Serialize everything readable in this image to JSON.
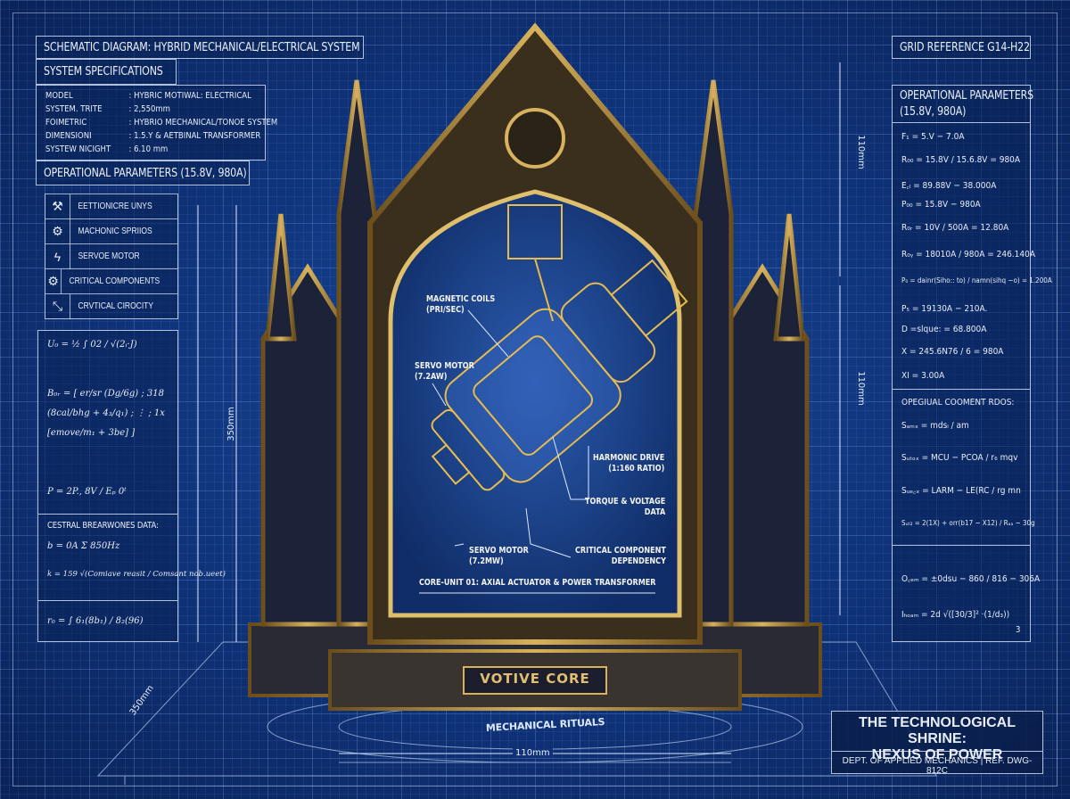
{
  "header": {
    "title": "SCHEMATIC DIAGRAM: HYBRID MECHANICAL/ELECTRICAL SYSTEM",
    "grid_reference": "GRID REFERENCE G14-H22"
  },
  "specs": {
    "title": "SYSTEM SPECIFICATIONS",
    "rows": [
      {
        "key": "MODEL",
        "value": ": HYBRIC MOTIWAL: ELECTRICAL"
      },
      {
        "key": "SYSTEM. TRITE",
        "value": ": 2,550mm"
      },
      {
        "key": "FOIMETRIC",
        "value": ": HYBRIO MECHANICAL/TONOE SYSTEM"
      },
      {
        "key": "DIMENSIONI",
        "value": ": 1.5.Y & AETBINAL TRANSFORMER"
      },
      {
        "key": "SYSTEW NICIGHT",
        "value": ": 6.10 mm"
      }
    ]
  },
  "left_params": {
    "title": "OPERATIONAL PARAMETERS (15.8V, 980A)",
    "items": [
      {
        "icon": "wrench-icon",
        "glyph": "⚒",
        "label": "EETTIONICRE UNYS"
      },
      {
        "icon": "gear-icon",
        "glyph": "⚙",
        "label": "MACHONIC SPRIIOS"
      },
      {
        "icon": "lightning-icon",
        "glyph": "ϟ",
        "label": "SERVOE MOTOR"
      },
      {
        "icon": "gear-icon",
        "glyph": "⚙",
        "label": "CRITICAL COMPONENTS"
      },
      {
        "icon": "caliper-icon",
        "glyph": "⤡",
        "label": "CRVTICAL CIROCITY"
      }
    ]
  },
  "left_equations": [
    "U₀ = ½ ∫ 02 / √(2ᵢ·J)",
    "B₀ᵣ = [ er/sr (Dg/6g) ; 318 (8cal/bhg + 4₃/q₁) ; ⋮ ; 1x [emove/m₁ + 3be] ]",
    "P = 2P., 8V / Eₚ 0ᵗ"
  ],
  "central_data": {
    "title": "CESTRAL BREARWONES DATA:",
    "eq1": "b = 0A Σ 850Hz",
    "eq2": "k = 159 √(Comiave reasit / Comsant nob.ueet)",
    "eq3": "r₀ = ∫ 6₁(8b₁) / 8₂(96)"
  },
  "right_params": {
    "title_line1": "OPERATIONAL PARAMETERS",
    "title_line2": "(15.8V, 980A)",
    "equations": [
      "F₁ = 5.V − 7.0A",
      "R₀₀ = 15.8V / 15.6.8V = 980A",
      "E꜀ₗ = 89.88V − 38.000A",
      "P₀₀ = 15.8V − 980A",
      "R₀ᵣ = 10V / 500A = 12.80A",
      "R₀ᵧ = 18010A / 980A = 246.140A",
      "P₀ = dainr(Siho:: to) / namn(sihq −o) = 1.200A",
      "P₅ = 19130A − 210A.",
      "D =slque: = 68.800A",
      "X = 245.6N76 / 6 = 980A",
      "XI = 3.00A"
    ],
    "component_title": "OPEGIUAL COOMENT RDOS:",
    "component_equations": [
      "Sₐₘₓ = mdsₗ / am",
      "Sᵤₜₒₓ = MCU − PCOA / r₆ mqv",
      "Sᵤₑ꜀ₓ = LARM − LE(RC / rg mn",
      "Sᵤₜ₂ = 2(1X) + orr(b17 − X12) / Rₐₐ − 30g"
    ],
    "bottom_equations": [
      "O꜀ₑₘ = ±0dsu − 860 / 816 − 306A",
      "Iₕₒₐₘ = 2d √([30/3]² ·(1/d₃))"
    ],
    "corner_mark": "3"
  },
  "callouts": {
    "coils": "MAGNETIC COILS\n(PRI/SEC)",
    "servo_top": "SERVO MOTOR\n(7.2AW)",
    "harmonic": "HARMONIC DRIVE\n(1:160 RATIO)",
    "torque": "TORQUE & VOLTAGE\nDATA",
    "servo_bottom": "SERVO MOTOR\n(7.2MW)",
    "critical": "CRITICAL COMPONENT\nDEPENDENCY",
    "core_unit": "CORE-UNIT 01: AXIAL ACTUATOR & POWER TRANSFORMER"
  },
  "shrine": {
    "plaque": "VOTIVE CORE",
    "floor_text": "MECHANICAL RITUALS"
  },
  "dimensions": {
    "right_top": "110mm",
    "right_mid": "110mm",
    "left_height": "350mm",
    "floor_left": "350mm",
    "floor_bottom": "110mm"
  },
  "title_block": {
    "title_line1": "THE TECHNOLOGICAL SHRINE:",
    "title_line2": "NEXUS OF POWER",
    "subtitle": "DEPT. OF APPLIED MECHANICS | REF. DWG-812C"
  },
  "colors": {
    "background": "#0f3278",
    "gold": "#c9a24a",
    "line": "#dce8ff"
  }
}
